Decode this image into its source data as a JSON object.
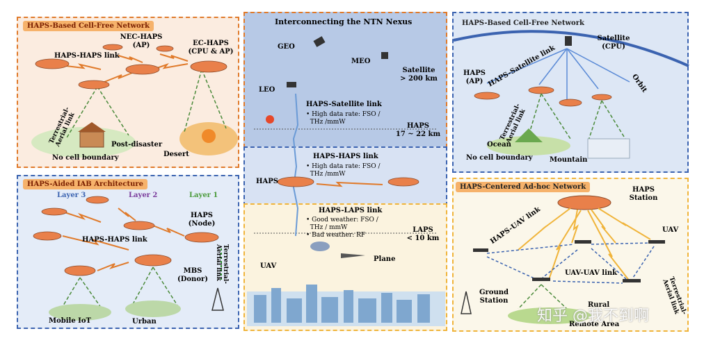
{
  "top_left": {
    "title": "HAPS-Based Cell-Free Network",
    "nec_haps": "NEC-HAPS",
    "nec_haps_sub": "(AP)",
    "ec_haps": "EC-HAPS",
    "ec_haps_sub": "(CPU & AP)",
    "haps_haps_link": "HAPS-HAPS link",
    "terrestrial_aerial_link": "Terrestrial-\nAerial link",
    "post_disaster": "Post-disaster",
    "desert": "Desert",
    "no_cell_boundary": "No cell boundary"
  },
  "bottom_left": {
    "title": "HAPS-Aided IAB Architecture",
    "layer3": "Layer 3",
    "layer2": "Layer 2",
    "layer1": "Layer 1",
    "haps": "HAPS",
    "haps_sub": "(Node)",
    "haps_haps_link": "HAPS-HAPS link",
    "terrestrial_aerial_link": "Terrestrial-\nAerial link",
    "mbs": "MBS",
    "mbs_sub": "(Donor)",
    "mobile_iot": "Mobile IoT",
    "urban": "Urban"
  },
  "center": {
    "title": "Interconnecting the NTN Nexus",
    "geo": "GEO",
    "meo": "MEO",
    "leo": "LEO",
    "satellite": "Satellite",
    "satellite_alt": "> 200 km",
    "haps_sat_link": "HAPS-Satellite link",
    "haps_sat_b1": "High data rate: FSO /",
    "haps_sat_b1b": "THz /mmW",
    "haps_alt_label": "HAPS",
    "haps_alt": "17 ~ 22 km",
    "haps_haps_link": "HAPS-HAPS link",
    "haps_haps_b1": "High data rate: FSO /",
    "haps_haps_b1b": "THz /mmW",
    "haps": "HAPS",
    "haps_laps_link": "HAPS-LAPS link",
    "haps_laps_b1": "Good weather: FSO /",
    "haps_laps_b1b": "THz / mmW",
    "haps_laps_b2": "Bad weather: RF",
    "laps": "LAPS",
    "laps_alt": "< 10 km",
    "uav": "UAV",
    "plane": "Plane"
  },
  "top_right": {
    "title": "HAPS-Based Cell-Free Network",
    "satellite": "Satellite",
    "satellite_sub": "(CPU)",
    "haps_sat_link": "HAPS-Satellite link",
    "haps": "HAPS",
    "haps_sub": "(AP)",
    "orbit": "Orbit",
    "terrestrial_aerial_link": "Terrestrial-\nAerial link",
    "ocean": "Ocean",
    "mountain": "Mountain",
    "no_cell_boundary": "No cell boundary"
  },
  "bottom_right": {
    "title": "HAPS-Centered Ad-hoc Network",
    "haps": "HAPS",
    "haps_sub": "Station",
    "haps_uav_link": "HAPS-UAV link",
    "uav": "UAV",
    "uav_uav_link": "UAV-UAV link",
    "ground": "Ground",
    "ground_sub": "Station",
    "rural": "Rural",
    "remote_area": "Remote Area",
    "terrestrial_aerial_link": "Terrestrial-\nAerial link"
  },
  "watermark": "知乎 @我不到啊",
  "colors": {
    "orange": "#e07a2a",
    "blue": "#3b63b0",
    "yellow": "#f0b43a",
    "title_bg": "#f6b26b"
  }
}
